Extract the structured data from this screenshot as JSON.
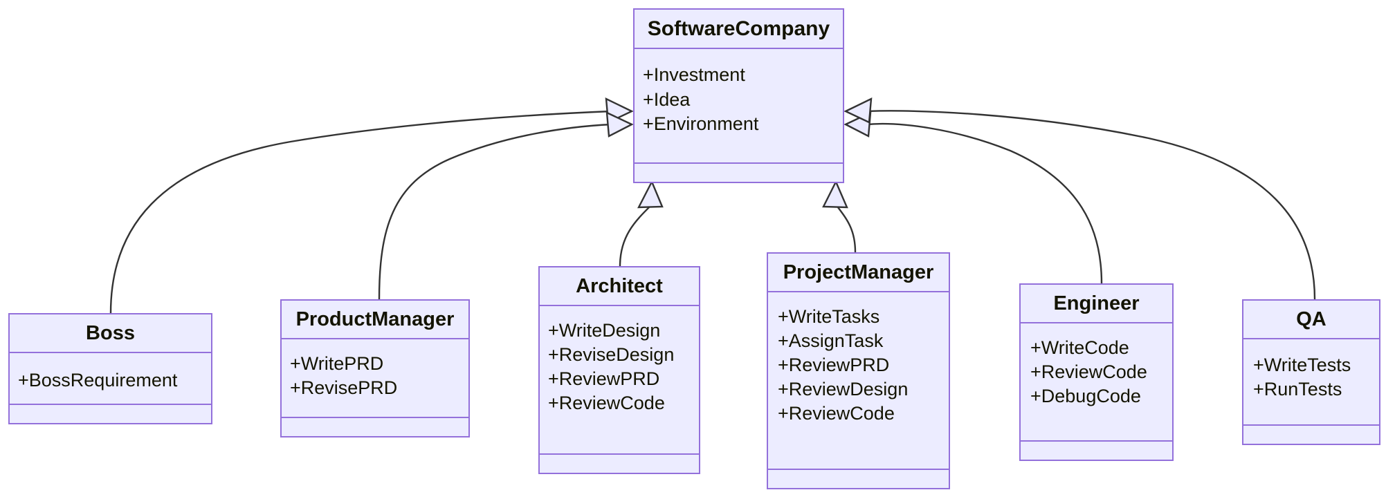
{
  "diagram": {
    "kind": "uml-class-diagram",
    "title": "",
    "colors": {
      "class_fill": "#ECECFF",
      "class_border": "#9370DB",
      "edge_stroke": "#333333",
      "text": "#131300",
      "background": "#FFFFFF",
      "arrowhead_fill": "#ECECFF"
    },
    "classes": [
      {
        "id": "softwarecompany",
        "name": "SoftwareCompany",
        "attributes": [
          "+Investment",
          "+Idea",
          "+Environment"
        ],
        "methods": []
      },
      {
        "id": "boss",
        "name": "Boss",
        "attributes": [
          "+BossRequirement"
        ],
        "methods": []
      },
      {
        "id": "productmanager",
        "name": "ProductManager",
        "attributes": [
          "+WritePRD",
          "+RevisePRD"
        ],
        "methods": []
      },
      {
        "id": "architect",
        "name": "Architect",
        "attributes": [
          "+WriteDesign",
          "+ReviseDesign",
          "+ReviewPRD",
          "+ReviewCode"
        ],
        "methods": []
      },
      {
        "id": "projectmanager",
        "name": "ProjectManager",
        "attributes": [
          "+WriteTasks",
          "+AssignTask",
          "+ReviewPRD",
          "+ReviewDesign",
          "+ReviewCode"
        ],
        "methods": []
      },
      {
        "id": "engineer",
        "name": "Engineer",
        "attributes": [
          "+WriteCode",
          "+ReviewCode",
          "+DebugCode"
        ],
        "methods": []
      },
      {
        "id": "qa",
        "name": "QA",
        "attributes": [
          "+WriteTests",
          "+RunTests"
        ],
        "methods": []
      }
    ],
    "relationships": [
      {
        "from": "boss",
        "to": "softwarecompany",
        "type": "inheritance",
        "label": ""
      },
      {
        "from": "productmanager",
        "to": "softwarecompany",
        "type": "inheritance",
        "label": ""
      },
      {
        "from": "architect",
        "to": "softwarecompany",
        "type": "inheritance",
        "label": ""
      },
      {
        "from": "projectmanager",
        "to": "softwarecompany",
        "type": "inheritance",
        "label": ""
      },
      {
        "from": "engineer",
        "to": "softwarecompany",
        "type": "inheritance",
        "label": ""
      },
      {
        "from": "qa",
        "to": "softwarecompany",
        "type": "inheritance",
        "label": ""
      }
    ]
  }
}
